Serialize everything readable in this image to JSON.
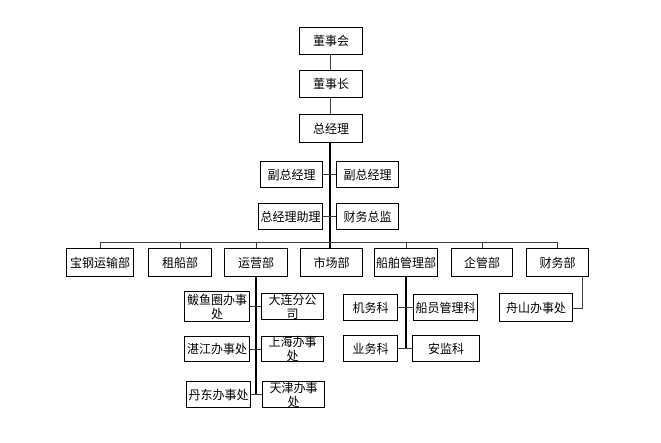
{
  "diagram": {
    "type": "org-chart",
    "colors": {
      "box_border": "#000000",
      "box_fill": "#ffffff",
      "text": "#000000",
      "connector": "#3d3d3d",
      "trunk": "#000000",
      "background": "#ffffff"
    },
    "nodes": {
      "board": "董事会",
      "chairman": "董事长",
      "gm": "总经理",
      "deputy_gm_left": "副总经理",
      "deputy_gm_right": "副总经理",
      "gm_assistant": "总经理助理",
      "cfo": "财务总监",
      "dept_baosteel": "宝钢运输部",
      "dept_chartering": "租船部",
      "dept_operations": "运营部",
      "dept_marketing": "市场部",
      "dept_ship_mgmt": "船舶管理部",
      "dept_enterprise": "企管部",
      "dept_finance": "财务部",
      "office_bayuquan": "鲅鱼圈办事处",
      "branch_dalian": "大连分公司",
      "office_zhanjiang": "湛江办事处",
      "office_shanghai": "上海办事处",
      "office_dandong": "丹东办事处",
      "office_tianjin": "天津办事处",
      "sect_machinery": "机务科",
      "sect_crew": "船员管理科",
      "sect_business": "业务科",
      "sect_safety": "安监科",
      "office_zhoushan": "舟山办事处"
    }
  }
}
